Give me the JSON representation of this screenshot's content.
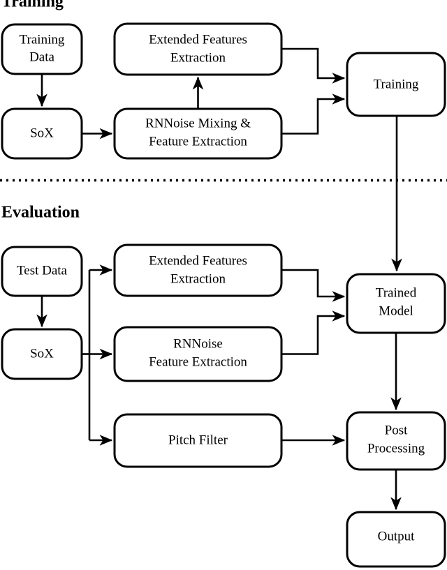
{
  "figure": {
    "type": "flowchart",
    "orientation": "left-to-right",
    "background_color": "#ffffff",
    "line_color": "#000000",
    "node_fill": "#ffffff"
  },
  "sections": [
    {
      "id": "training",
      "title": "Training"
    },
    {
      "id": "evaluation",
      "title": "Evaluation"
    }
  ],
  "divider": {
    "style": "dotted",
    "name": "section-divider"
  },
  "nodes": {
    "training_data": {
      "label_line1": "Training",
      "label_line2": "Data",
      "section": "training"
    },
    "sox_train": {
      "label_line1": "SoX",
      "label_line2": "",
      "section": "training"
    },
    "ext_feat_train": {
      "label_line1": "Extended Features",
      "label_line2": "Extraction",
      "section": "training"
    },
    "rnnoise_mix": {
      "label_line1": "RNNoise Mixing &",
      "label_line2": "Feature Extraction",
      "section": "training"
    },
    "training": {
      "label_line1": "Training",
      "label_line2": "",
      "section": "training"
    },
    "test_data": {
      "label_line1": "Test Data",
      "label_line2": "",
      "section": "evaluation"
    },
    "sox_eval": {
      "label_line1": "SoX",
      "label_line2": "",
      "section": "evaluation"
    },
    "ext_feat_eval": {
      "label_line1": "Extended Features",
      "label_line2": "Extraction",
      "section": "evaluation"
    },
    "rnnoise_feat": {
      "label_line1": "RNNoise",
      "label_line2": "Feature Extraction",
      "section": "evaluation"
    },
    "pitch_filter": {
      "label_line1": "Pitch Filter",
      "label_line2": "",
      "section": "evaluation"
    },
    "trained_model": {
      "label_line1": "Trained",
      "label_line2": "Model",
      "section": "evaluation"
    },
    "post_processing": {
      "label_line1": "Post",
      "label_line2": "Processing",
      "section": "evaluation"
    },
    "output": {
      "label_line1": "Output",
      "label_line2": "",
      "section": "evaluation"
    }
  },
  "edges": [
    {
      "from": "training_data",
      "to": "sox_train"
    },
    {
      "from": "sox_train",
      "to": "rnnoise_mix"
    },
    {
      "from": "rnnoise_mix",
      "to": "ext_feat_train"
    },
    {
      "from": "ext_feat_train",
      "to": "training"
    },
    {
      "from": "rnnoise_mix",
      "to": "training"
    },
    {
      "from": "training",
      "to": "trained_model"
    },
    {
      "from": "test_data",
      "to": "sox_eval"
    },
    {
      "from": "sox_eval",
      "to": "ext_feat_eval"
    },
    {
      "from": "sox_eval",
      "to": "rnnoise_feat"
    },
    {
      "from": "sox_eval",
      "to": "pitch_filter"
    },
    {
      "from": "ext_feat_eval",
      "to": "trained_model"
    },
    {
      "from": "rnnoise_feat",
      "to": "trained_model"
    },
    {
      "from": "pitch_filter",
      "to": "post_processing"
    },
    {
      "from": "trained_model",
      "to": "post_processing"
    },
    {
      "from": "post_processing",
      "to": "output"
    }
  ]
}
